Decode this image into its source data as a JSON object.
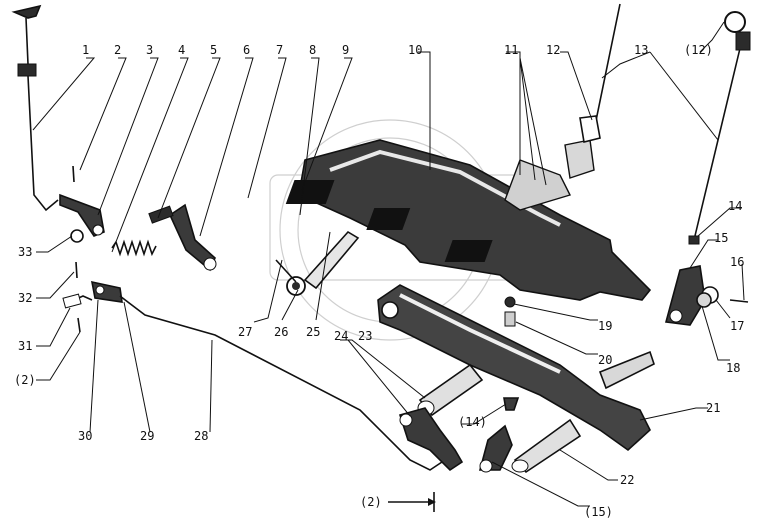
{
  "callouts": [
    "1",
    "2",
    "3",
    "4",
    "5",
    "6",
    "7",
    "8",
    "9",
    "10",
    "11",
    "12",
    "(12)",
    "13",
    "14",
    "15",
    "16",
    "17",
    "18",
    "19",
    "20",
    "21",
    "22",
    "23",
    "24",
    "(14)",
    "(15)",
    "25",
    "26",
    "27",
    "28",
    "29",
    "30",
    "(2)",
    "31",
    "32",
    "33",
    "(2)"
  ],
  "colors": {
    "ink": "#111111",
    "metal": "#2b2b2b",
    "shade": "#8a8a8a",
    "light": "#f2f2f2",
    "ghost": "#cfcfcf"
  }
}
